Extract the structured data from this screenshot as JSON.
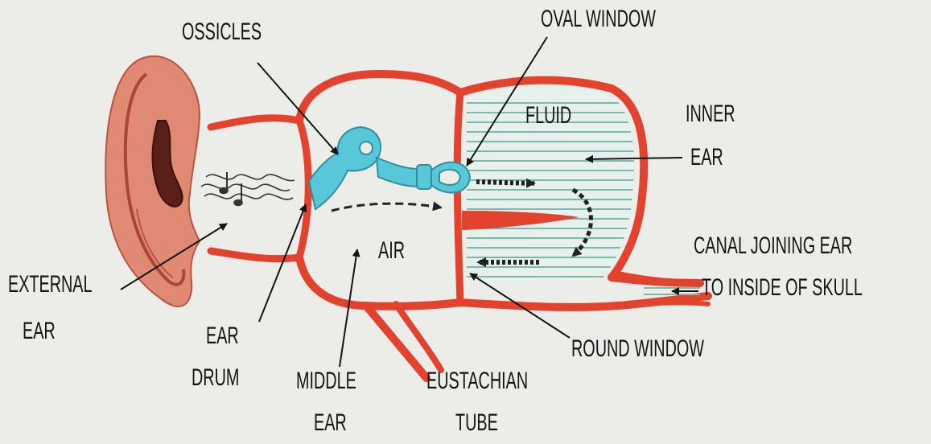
{
  "labels": {
    "ossicles": "OSSICLES",
    "oval_window": "OVAL WINDOW",
    "fluid": "FLUID",
    "inner_ear_1": "INNER",
    "inner_ear_2": "EAR",
    "canal_1": "CANAL JOINING EAR",
    "canal_2": "TO INSIDE OF SKULL",
    "external_ear_1": "EXTERNAL",
    "external_ear_2": "EAR",
    "ear_drum_1": "EAR",
    "ear_drum_2": "DRUM",
    "air": "AIR",
    "middle_ear_1": "MIDDLE",
    "middle_ear_2": "EAR",
    "eustachian_1": "EUSTACHIAN",
    "eustachian_2": "TUBE",
    "round_window": "ROUND WINDOW"
  },
  "colors": {
    "background": "#ecece8",
    "tissue": "#e2432e",
    "ossicle": "#58c8d8",
    "fluid_lines": "#7fb8a8",
    "skin": "#d9755e",
    "ink": "#141414"
  }
}
